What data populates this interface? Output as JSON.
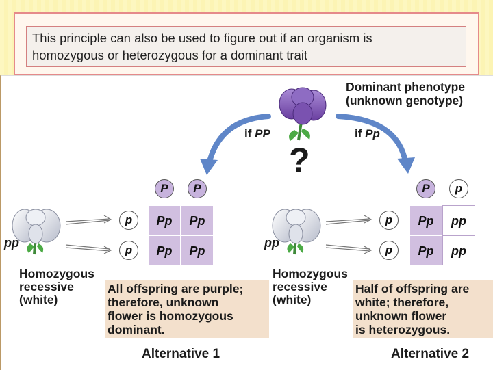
{
  "caption": {
    "line1": "This principle can also be used to figure out if an organism is",
    "line2": "homozygous or heterozygous for a dominant trait"
  },
  "figure": {
    "dominant_label": {
      "line1": "Dominant phenotype",
      "line2": "(unknown genotype)"
    },
    "question_mark": "?",
    "if_pp_label": {
      "prefix": "if ",
      "genotype": "PP"
    },
    "if_pp_het_label": {
      "prefix": "if ",
      "genotype": "Pp"
    },
    "alt1": {
      "parent_genotype": "pp",
      "parent_desc": {
        "line1": "Homozygous",
        "line2": "recessive",
        "line3": "(white)"
      },
      "top_alleles": [
        "P",
        "P"
      ],
      "side_alleles": [
        "p",
        "p"
      ],
      "grid": [
        [
          "Pp",
          "Pp"
        ],
        [
          "Pp",
          "Pp"
        ]
      ],
      "conclusion": {
        "line1": "All offspring are purple;",
        "line2": "therefore, unknown",
        "line3": "flower is homozygous",
        "line4": "dominant."
      },
      "title": "Alternative 1"
    },
    "alt2": {
      "parent_genotype": "pp",
      "parent_desc": {
        "line1": "Homozygous",
        "line2": "recessive",
        "line3": "(white)"
      },
      "top_alleles": [
        "P",
        "p"
      ],
      "side_alleles": [
        "p",
        "p"
      ],
      "grid": [
        [
          "Pp",
          "pp"
        ],
        [
          "Pp",
          "pp"
        ]
      ],
      "conclusion": {
        "line1": "Half of offspring are",
        "line2": "white; therefore,",
        "line3": "unknown flower",
        "line4": "is heterozygous."
      },
      "title": "Alternative 2"
    }
  },
  "colors": {
    "dominant_purple": "#8a5bb8",
    "cell_purple": "#d1bfe0",
    "arrow_blue": "#5f86c8",
    "note_background": "#f3e0cc"
  }
}
